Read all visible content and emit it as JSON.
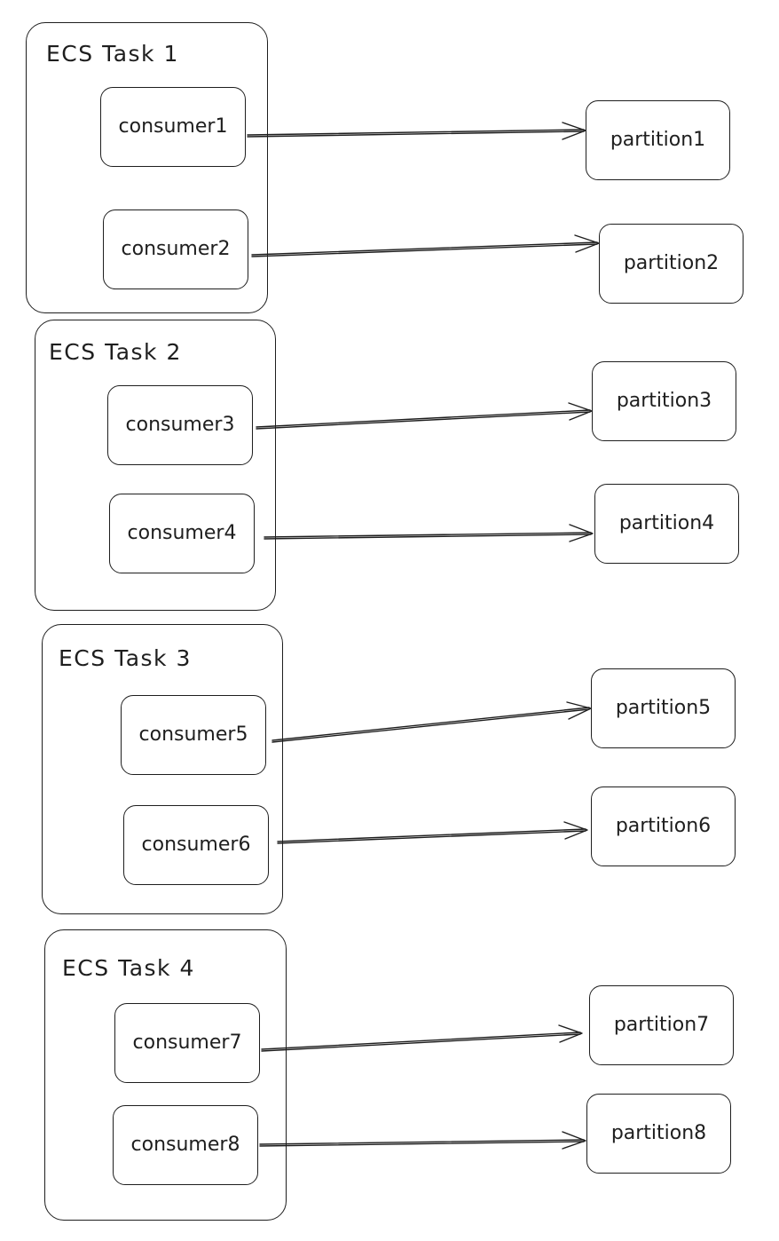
{
  "tasks": [
    {
      "title": "ECS Task 1"
    },
    {
      "title": "ECS Task 2"
    },
    {
      "title": "ECS Task 3"
    },
    {
      "title": "ECS Task 4"
    }
  ],
  "consumers": [
    {
      "label": "consumer1"
    },
    {
      "label": "consumer2"
    },
    {
      "label": "consumer3"
    },
    {
      "label": "consumer4"
    },
    {
      "label": "consumer5"
    },
    {
      "label": "consumer6"
    },
    {
      "label": "consumer7"
    },
    {
      "label": "consumer8"
    }
  ],
  "partitions": [
    {
      "label": "partition1"
    },
    {
      "label": "partition2"
    },
    {
      "label": "partition3"
    },
    {
      "label": "partition4"
    },
    {
      "label": "partition5"
    },
    {
      "label": "partition6"
    },
    {
      "label": "partition7"
    },
    {
      "label": "partition8"
    }
  ],
  "edges": [
    {
      "from": "consumer1",
      "to": "partition1"
    },
    {
      "from": "consumer2",
      "to": "partition2"
    },
    {
      "from": "consumer3",
      "to": "partition3"
    },
    {
      "from": "consumer4",
      "to": "partition4"
    },
    {
      "from": "consumer5",
      "to": "partition5"
    },
    {
      "from": "consumer6",
      "to": "partition6"
    },
    {
      "from": "consumer7",
      "to": "partition7"
    },
    {
      "from": "consumer8",
      "to": "partition8"
    }
  ],
  "colors": {
    "stroke": "#1e1e1e",
    "background": "#ffffff"
  }
}
